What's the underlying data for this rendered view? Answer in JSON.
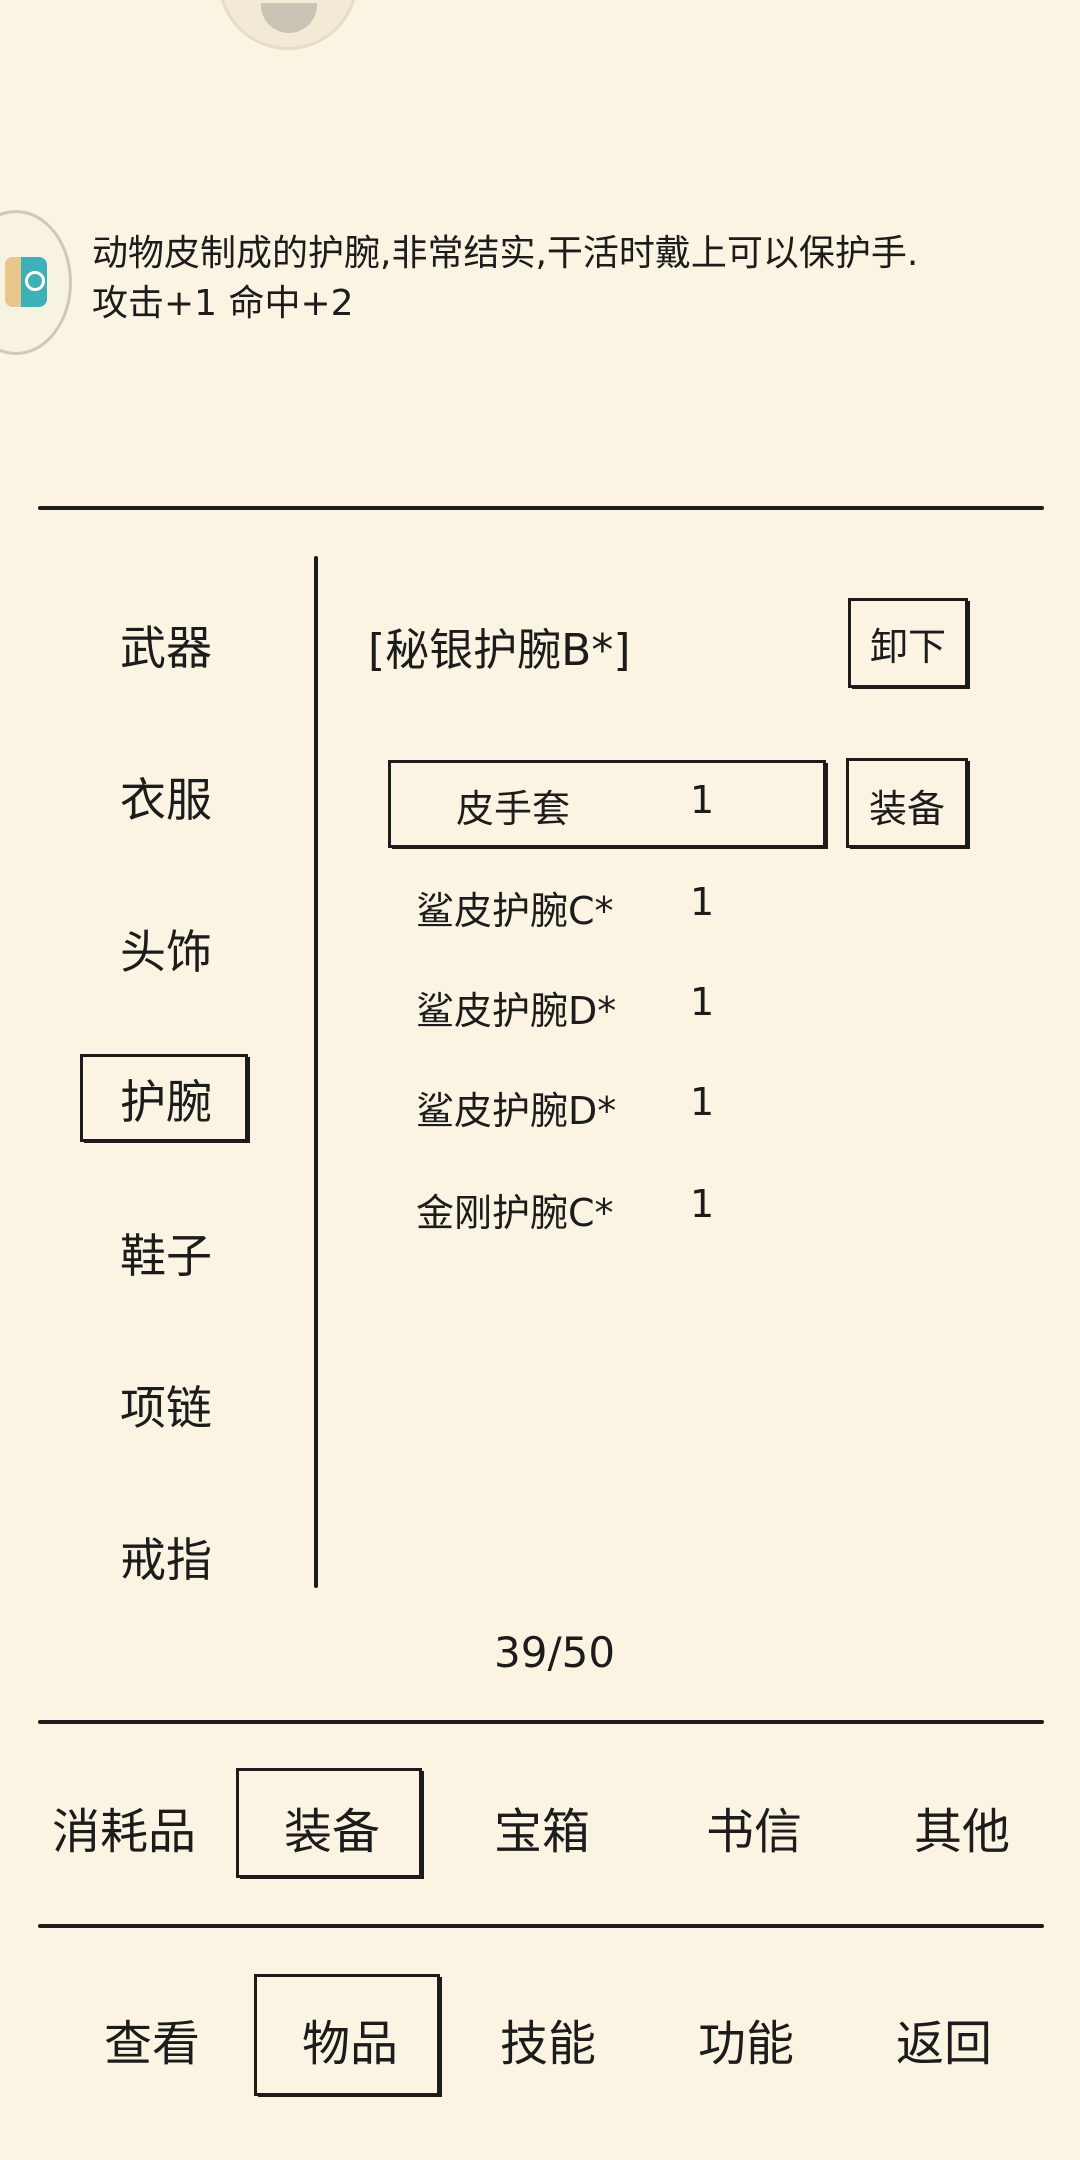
{
  "description": {
    "line1": "动物皮制成的护腕,非常结实,干活时戴上可以保护手.",
    "line2": "攻击+1 命中+2"
  },
  "categories": [
    "武器",
    "衣服",
    "头饰",
    "护腕",
    "鞋子",
    "项链",
    "戒指"
  ],
  "selected_category": "护腕",
  "equipped": {
    "name": "[秘银护腕B*]",
    "unequip_label": "卸下"
  },
  "items": [
    {
      "name": "皮手套",
      "qty": "1"
    },
    {
      "name": "鲨皮护腕C*",
      "qty": "1"
    },
    {
      "name": "鲨皮护腕D*",
      "qty": "1"
    },
    {
      "name": "鲨皮护腕D*",
      "qty": "1"
    },
    {
      "name": "金刚护腕C*",
      "qty": "1"
    }
  ],
  "selected_item_action": "装备",
  "capacity": "39/50",
  "tabs": [
    "消耗品",
    "装备",
    "宝箱",
    "书信",
    "其他"
  ],
  "selected_tab": "装备",
  "bottom_nav": [
    "查看",
    "物品",
    "技能",
    "功能",
    "返回"
  ],
  "selected_nav": "物品"
}
